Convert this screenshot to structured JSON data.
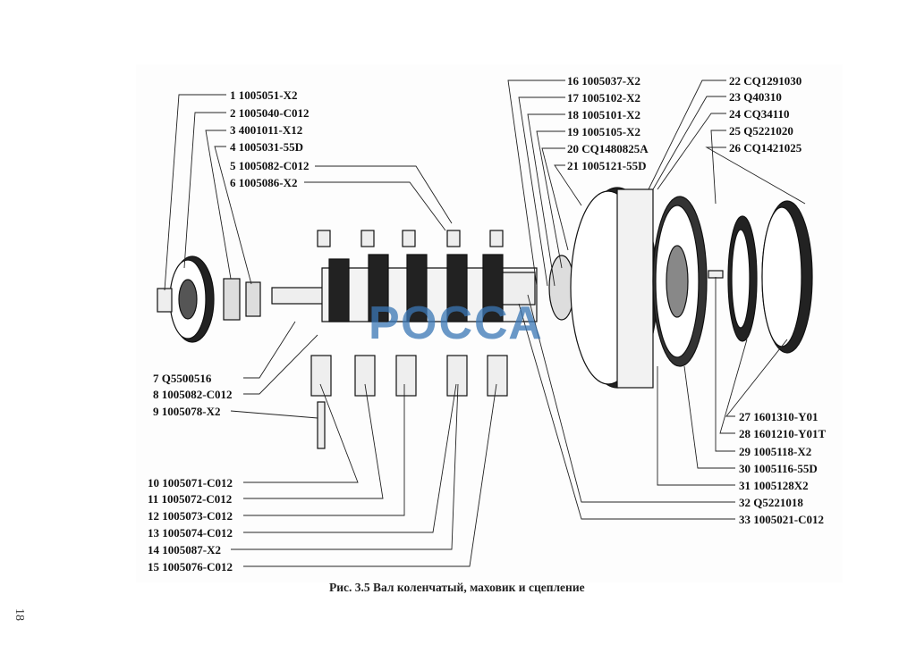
{
  "figure": {
    "caption": "Рис. 3.5 Вал коленчатый, маховик и сцепление",
    "page_number": "18",
    "watermark": "РОССА",
    "colors": {
      "line": "#111111",
      "watermark": "#3a77b5",
      "background": "#ffffff"
    }
  },
  "parts_left": [
    {
      "num": "1",
      "code": "1005051-X2"
    },
    {
      "num": "2",
      "code": "1005040-C012"
    },
    {
      "num": "3",
      "code": "4001011-X12"
    },
    {
      "num": "4",
      "code": "1005031-55D"
    },
    {
      "num": "5",
      "code": "1005082-C012"
    },
    {
      "num": "6",
      "code": "1005086-X2"
    }
  ],
  "parts_left_mid": [
    {
      "num": "7",
      "code": "Q5500516"
    },
    {
      "num": "8",
      "code": "1005082-C012"
    },
    {
      "num": "9",
      "code": "1005078-X2"
    }
  ],
  "parts_left_bottom": [
    {
      "num": "10",
      "code": "1005071-C012"
    },
    {
      "num": "11",
      "code": "1005072-C012"
    },
    {
      "num": "12",
      "code": "1005073-C012"
    },
    {
      "num": "13",
      "code": "1005074-C012"
    },
    {
      "num": "14",
      "code": "1005087-X2"
    },
    {
      "num": "15",
      "code": "1005076-C012"
    }
  ],
  "parts_right_a": [
    {
      "num": "16",
      "code": "1005037-X2"
    },
    {
      "num": "17",
      "code": "1005102-X2"
    },
    {
      "num": "18",
      "code": "1005101-X2"
    },
    {
      "num": "19",
      "code": "1005105-X2"
    },
    {
      "num": "20",
      "code": "CQ1480825A"
    },
    {
      "num": "21",
      "code": "1005121-55D"
    }
  ],
  "parts_right_b": [
    {
      "num": "22",
      "code": "CQ1291030"
    },
    {
      "num": "23",
      "code": "Q40310"
    },
    {
      "num": "24",
      "code": "CQ34110"
    },
    {
      "num": "25",
      "code": "Q5221020"
    },
    {
      "num": "26",
      "code": "CQ1421025"
    }
  ],
  "parts_right_bottom": [
    {
      "num": "27",
      "code": "1601310-Y01"
    },
    {
      "num": "28",
      "code": "1601210-Y01T"
    },
    {
      "num": "29",
      "code": "1005118-X2"
    },
    {
      "num": "30",
      "code": "1005116-55D"
    },
    {
      "num": "31",
      "code": "1005128X2"
    },
    {
      "num": "32",
      "code": "Q5221018"
    },
    {
      "num": "33",
      "code": "1005021-C012"
    }
  ]
}
